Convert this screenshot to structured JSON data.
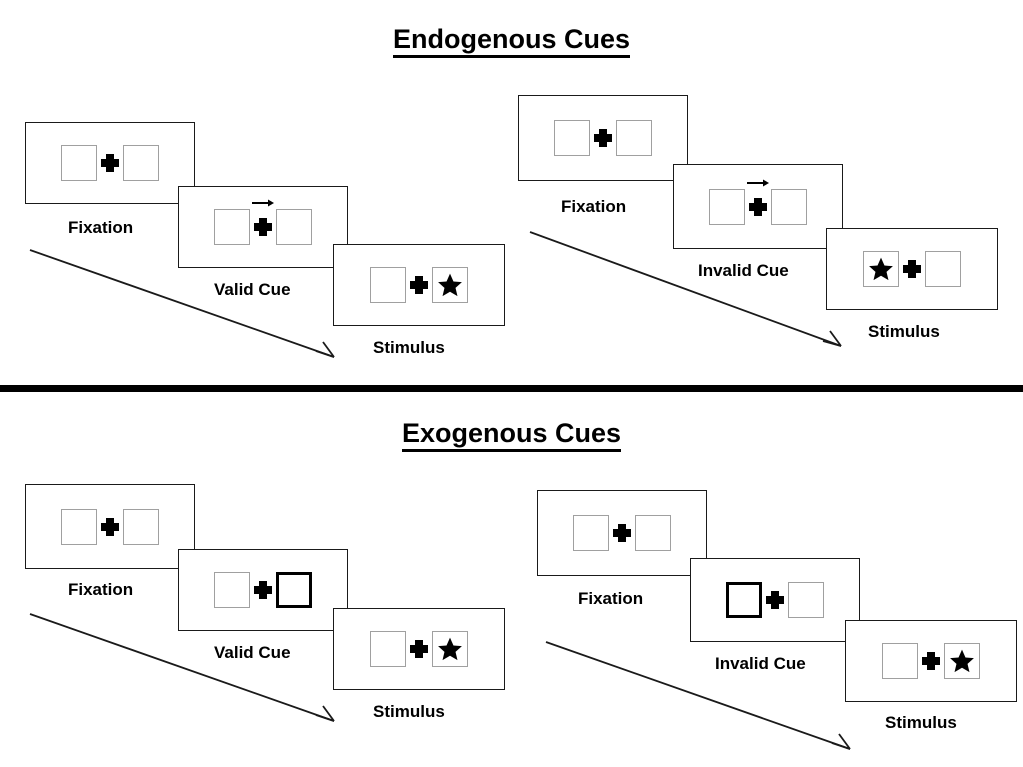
{
  "figure": {
    "title_top": "Endogenous Cues",
    "title_bottom": "Exogenous Cues"
  },
  "labels": {
    "fixation": "Fixation",
    "valid_cue": "Valid Cue",
    "invalid_cue": "Invalid Cue",
    "stimulus": "Stimulus"
  },
  "colors": {
    "stroke": "#1a1a1a",
    "box_border": "#a0a0a0",
    "cued_box_border": "#000000",
    "fill": "#ffffff",
    "target": "#000000"
  },
  "panels": {
    "endo_valid": {
      "fixation": {
        "caption": "Fixation",
        "left_box": "empty",
        "right_box": "empty",
        "cue": "none"
      },
      "cue": {
        "caption": "Valid Cue",
        "left_box": "empty",
        "right_box": "empty",
        "cue": "arrow-right-icon"
      },
      "stimulus": {
        "caption": "Stimulus",
        "left_box": "empty",
        "right_box": "star",
        "cue": "none"
      }
    },
    "endo_invalid": {
      "fixation": {
        "caption": "Fixation",
        "left_box": "empty",
        "right_box": "empty",
        "cue": "none"
      },
      "cue": {
        "caption": "Invalid Cue",
        "left_box": "empty",
        "right_box": "empty",
        "cue": "arrow-right-icon"
      },
      "stimulus": {
        "caption": "Stimulus",
        "left_box": "star",
        "right_box": "empty",
        "cue": "none"
      }
    },
    "exo_valid": {
      "fixation": {
        "caption": "Fixation",
        "left_box": "empty",
        "right_box": "empty",
        "cue": "none"
      },
      "cue": {
        "caption": "Valid Cue",
        "left_box": "empty",
        "right_box": "highlighted",
        "cue": "peripheral-flash"
      },
      "stimulus": {
        "caption": "Stimulus",
        "left_box": "empty",
        "right_box": "star",
        "cue": "none"
      }
    },
    "exo_invalid": {
      "fixation": {
        "caption": "Fixation",
        "left_box": "empty",
        "right_box": "empty",
        "cue": "none"
      },
      "cue": {
        "caption": "Invalid Cue",
        "left_box": "highlighted",
        "right_box": "empty",
        "cue": "peripheral-flash"
      },
      "stimulus": {
        "caption": "Stimulus",
        "left_box": "empty",
        "right_box": "star",
        "cue": "none"
      }
    }
  }
}
